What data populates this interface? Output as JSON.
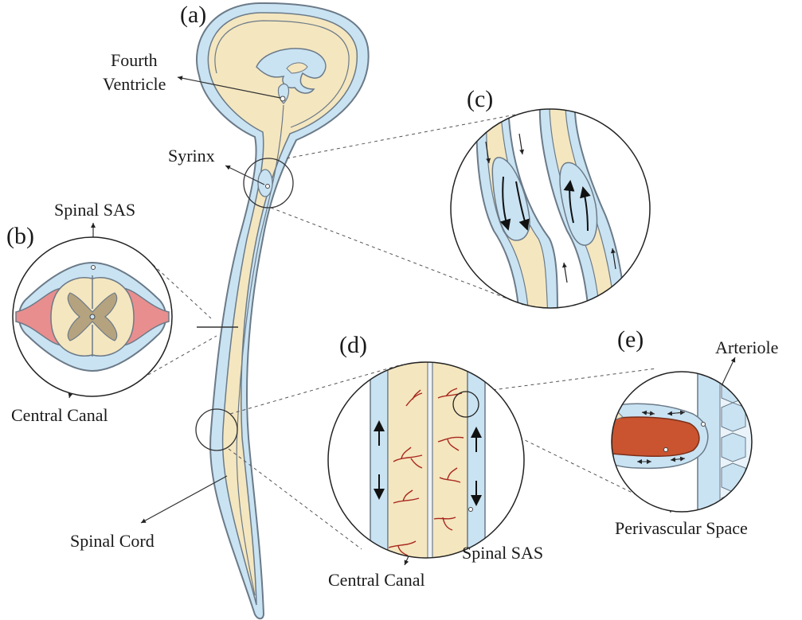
{
  "panels": {
    "a": "(a)",
    "b": "(b)",
    "c": "(c)",
    "d": "(d)",
    "e": "(e)"
  },
  "labels": {
    "fourth_ventricle_line1": "Fourth",
    "fourth_ventricle_line2": "Ventricle",
    "syrinx": "Syrinx",
    "spinal_sas_b": "Spinal SAS",
    "central_canal_b": "Central Canal",
    "spinal_cord": "Spinal Cord",
    "central_canal_d": "Central Canal",
    "spinal_sas_d": "Spinal SAS",
    "arteriole": "Arteriole",
    "perivascular_space": "Perivascular Space"
  },
  "colors": {
    "csf": "#c9e3f3",
    "tissue": "#f4e6bf",
    "outline": "#6b7a88",
    "grey_matter": "#b5a37f",
    "nerve_root": "#e88e8e",
    "vessel": "#c9542f",
    "capillary": "#a8261d",
    "arrow": "#222222",
    "line": "#444444"
  }
}
